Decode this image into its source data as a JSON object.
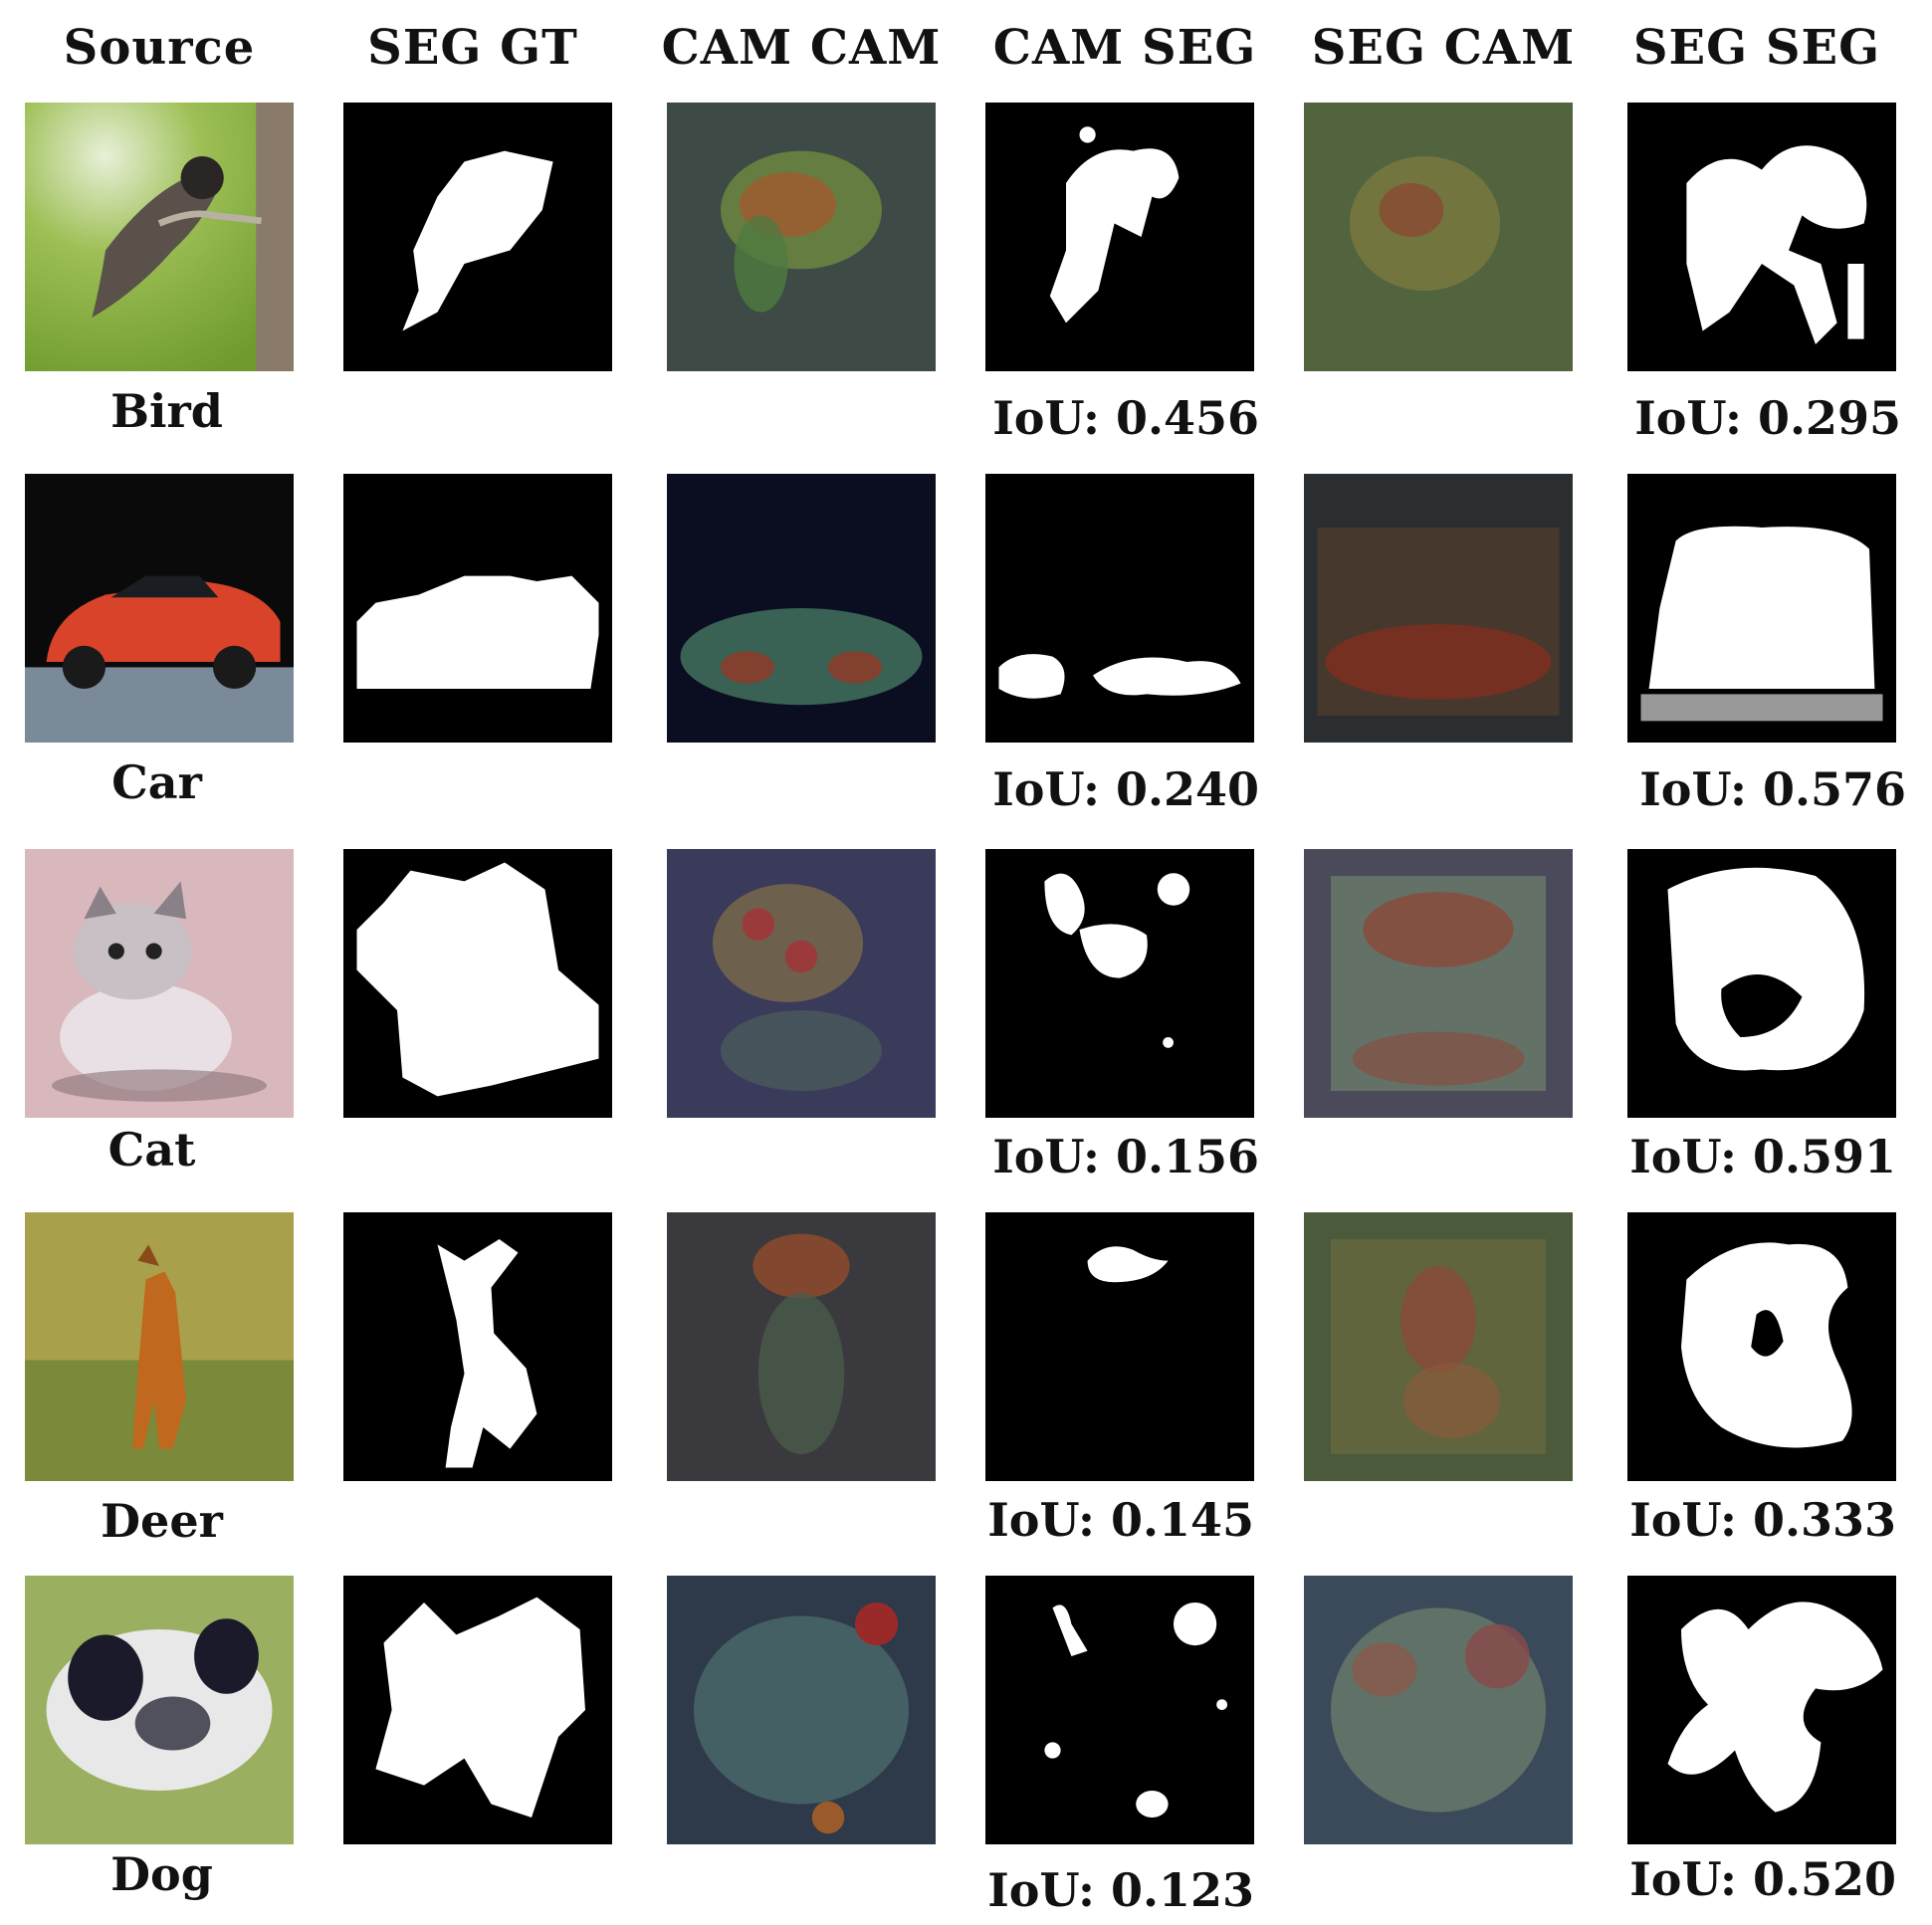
{
  "columns": [
    "Source",
    "SEG GT",
    "CAM CAM",
    "CAM SEG",
    "SEG CAM",
    "SEG SEG"
  ],
  "rows": [
    {
      "label": "Bird",
      "cam_seg_iou": "IoU: 0.456",
      "seg_seg_iou": "IoU: 0.295"
    },
    {
      "label": "Car",
      "cam_seg_iou": "IoU: 0.240",
      "seg_seg_iou": "IoU: 0.576"
    },
    {
      "label": "Cat",
      "cam_seg_iou": "IoU: 0.156",
      "seg_seg_iou": "IoU: 0.591"
    },
    {
      "label": "Deer",
      "cam_seg_iou": "IoU: 0.145",
      "seg_seg_iou": "IoU: 0.333"
    },
    {
      "label": "Dog",
      "cam_seg_iou": "IoU: 0.123",
      "seg_seg_iou": "IoU: 0.520"
    }
  ]
}
